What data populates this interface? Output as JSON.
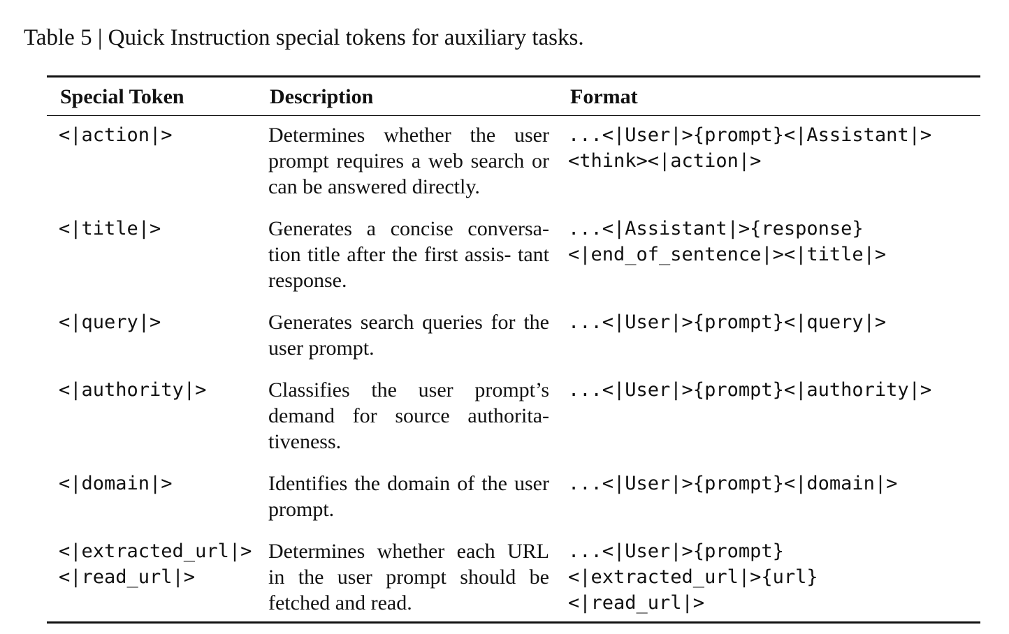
{
  "caption": "Table 5 | Quick Instruction special tokens for auxiliary tasks.",
  "table": {
    "headers": [
      "Special Token",
      "Description",
      "Format"
    ],
    "rows": [
      {
        "token": [
          "<|action|>"
        ],
        "description": "Determines whether the user prompt requires a web search or can be answered directly.",
        "format": [
          "...<|User|>{prompt}<|Assistant|>",
          "<think><|action|>"
        ]
      },
      {
        "token": [
          "<|title|>"
        ],
        "description": "Generates a concise conversa- tion title after the first assis- tant response.",
        "format": [
          "...<|Assistant|>{response}",
          "<|end_of_sentence|><|title|>"
        ]
      },
      {
        "token": [
          "<|query|>"
        ],
        "description": "Generates search queries for the user prompt.",
        "format": [
          "...<|User|>{prompt}<|query|>"
        ]
      },
      {
        "token": [
          "<|authority|>"
        ],
        "description": "Classifies the user prompt’s demand for source authorita- tiveness.",
        "format": [
          "...<|User|>{prompt}<|authority|>"
        ]
      },
      {
        "token": [
          "<|domain|>"
        ],
        "description": "Identifies the domain of the user prompt.",
        "format": [
          "...<|User|>{prompt}<|domain|>"
        ]
      },
      {
        "token": [
          "<|extracted_url|>",
          "<|read_url|>"
        ],
        "description": "Determines whether each URL in the user prompt should be fetched and read.",
        "format": [
          "...<|User|>{prompt}",
          "<|extracted_url|>{url}",
          "<|read_url|>"
        ]
      }
    ]
  }
}
